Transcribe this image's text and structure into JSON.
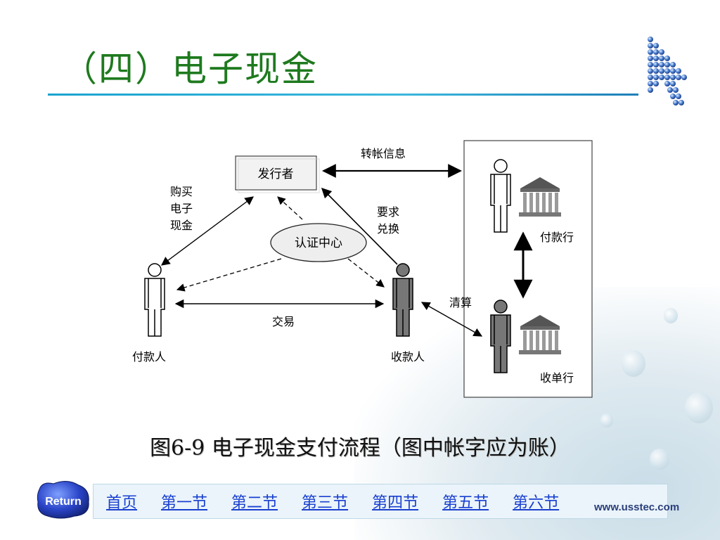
{
  "slide": {
    "title": "（四）电子现金",
    "caption": "图6-9 电子现金支付流程（图中帐字应为账）",
    "site": "www.usstec.com"
  },
  "diagram": {
    "issuer": "发行者",
    "cert_center": "认证中心",
    "payer": "付款人",
    "payee": "收款人",
    "payer_bank": "付款行",
    "payee_bank": "收单行",
    "labels": {
      "transfer_info": "转帐信息",
      "buy_ecash": [
        "购买",
        "电子",
        "现金"
      ],
      "request_exchange": [
        "要求",
        "兑换"
      ],
      "transaction": "交易",
      "clearing": "清算"
    }
  },
  "nav": {
    "return_label": "Return",
    "items": [
      "首页",
      "第一节",
      "第二节",
      "第三节",
      "第四节",
      "第五节",
      "第六节"
    ]
  }
}
